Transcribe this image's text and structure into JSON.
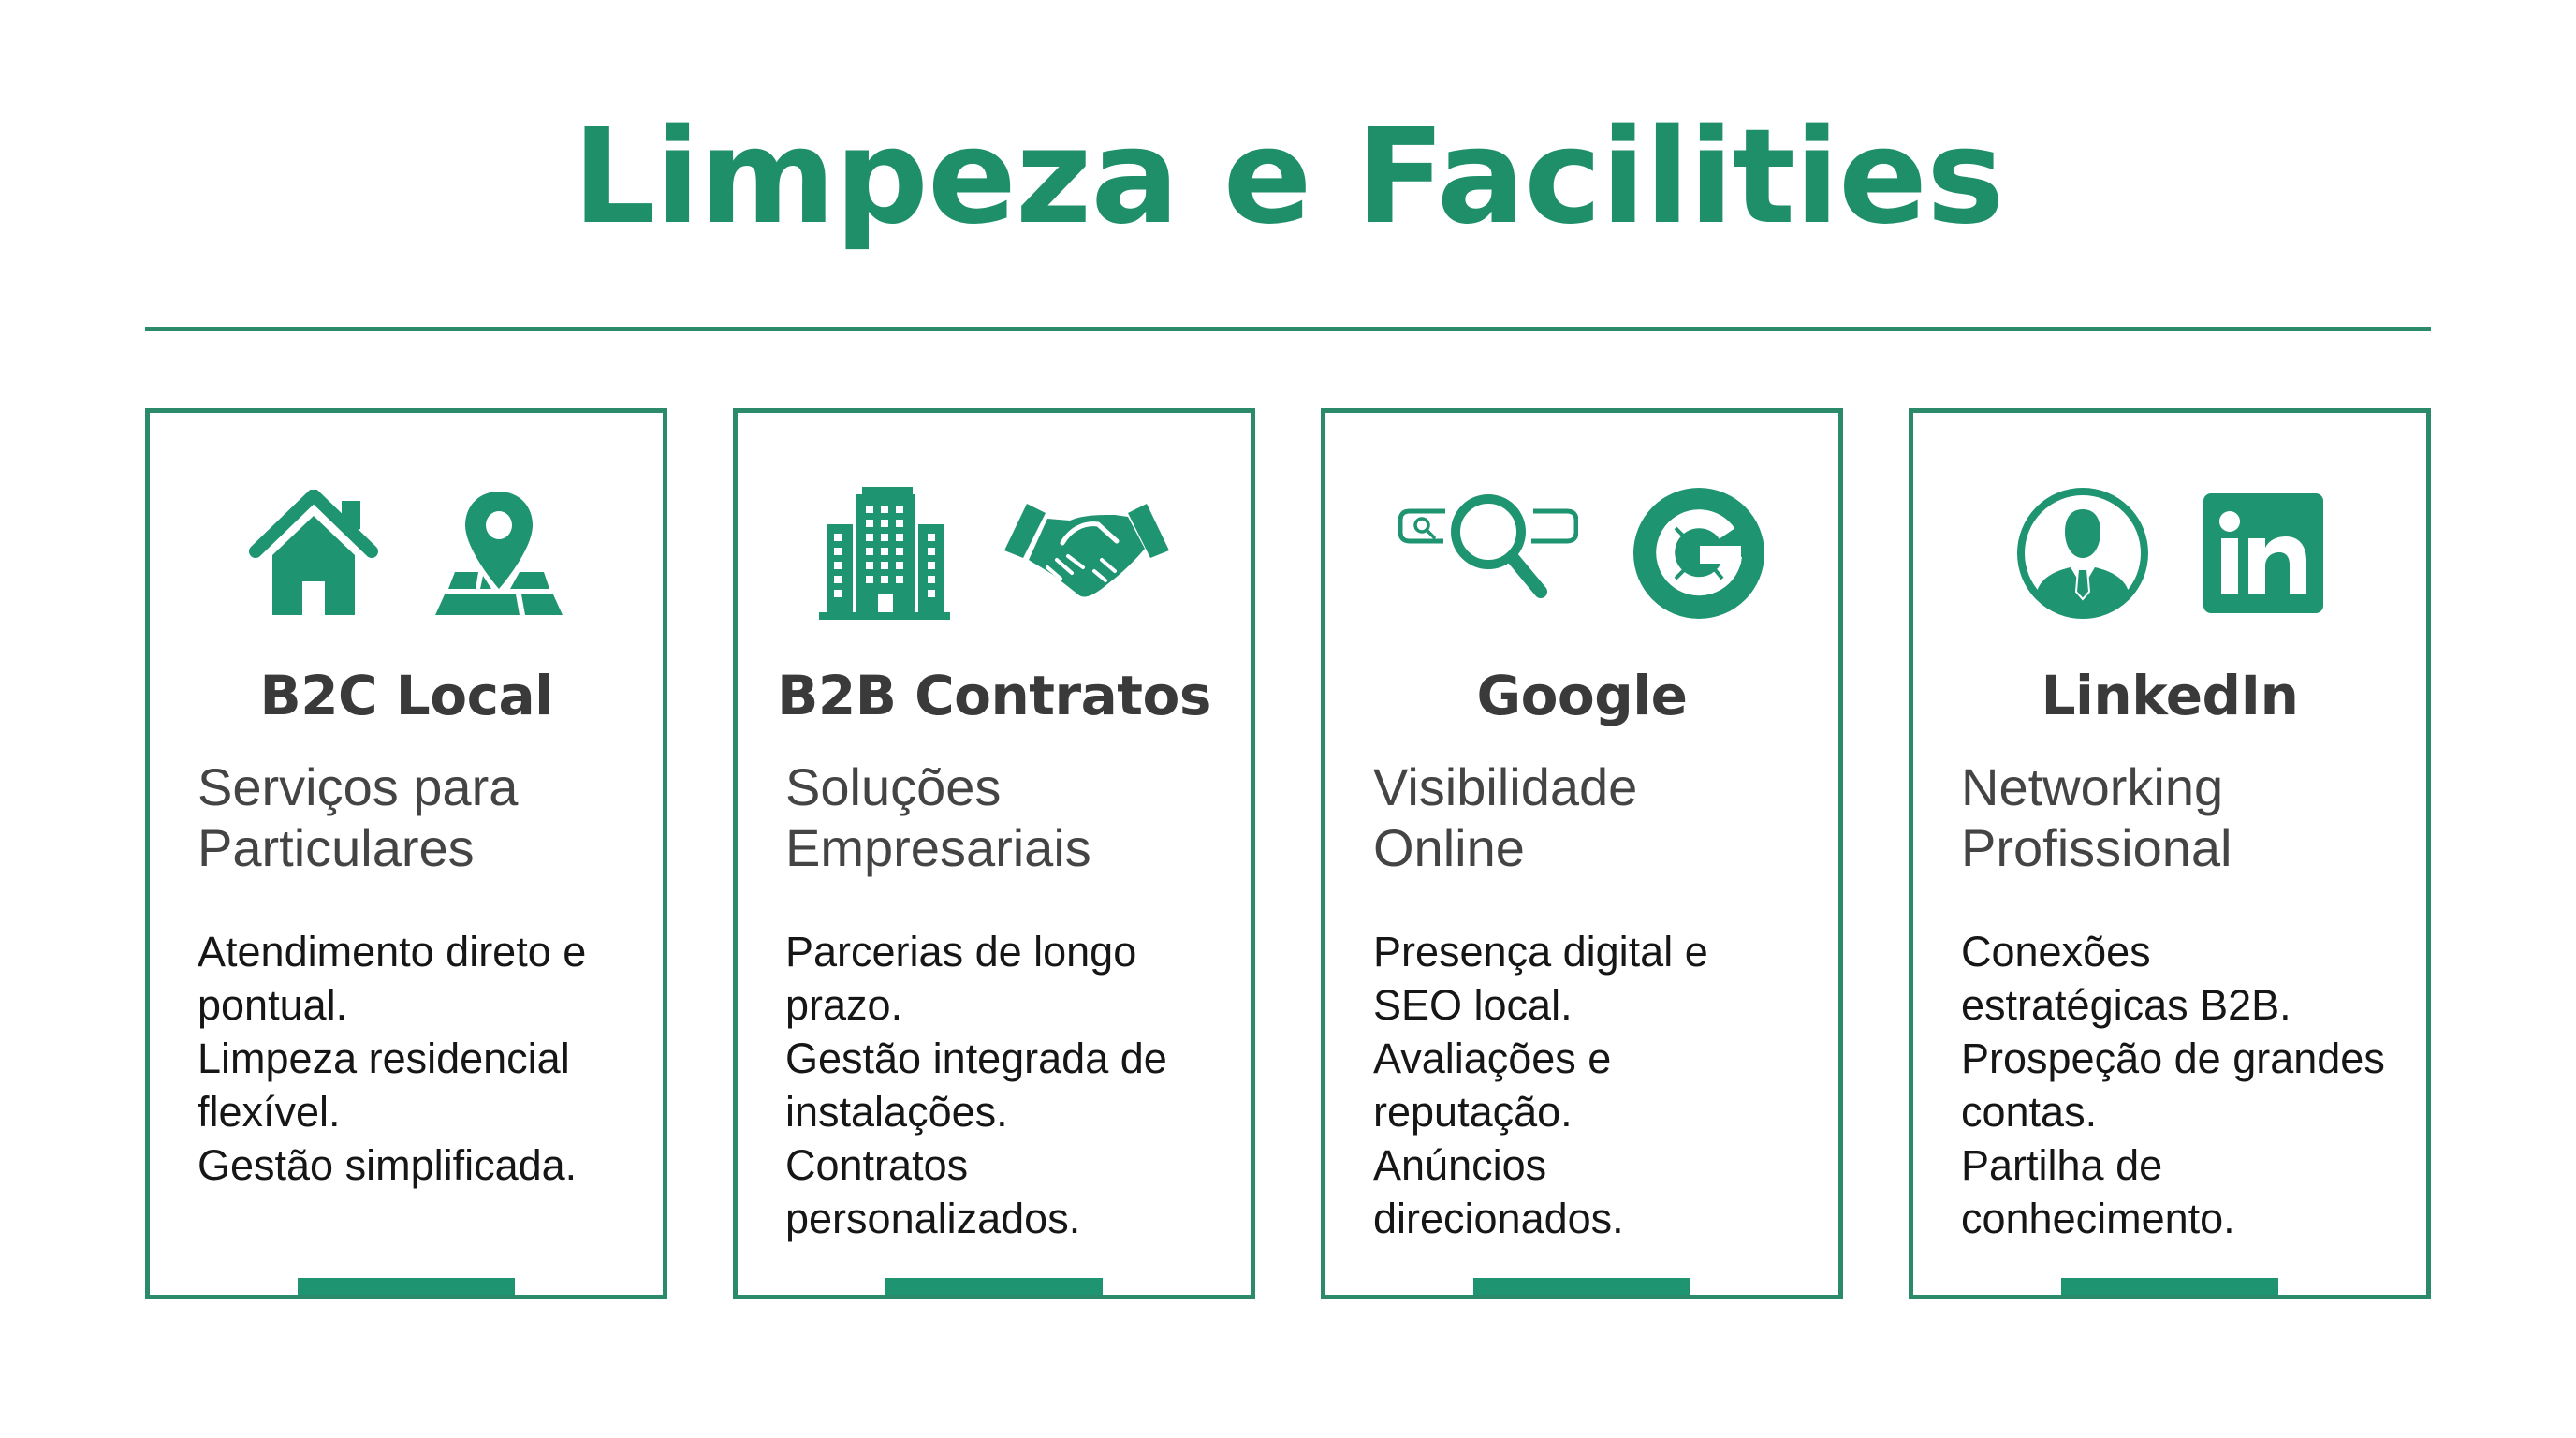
{
  "header": {
    "title": "Limpeza e Facilities"
  },
  "colors": {
    "accent": "#1f8f6a",
    "border": "#2a8a6a",
    "heading_text": "#3a3a3a",
    "subtitle_text": "#444444",
    "body_text": "#161616",
    "background": "#ffffff"
  },
  "cards": [
    {
      "heading": "B2C Local",
      "icons": [
        "house-icon",
        "map-pin-icon"
      ],
      "subtitle_lines": [
        "Serviços para",
        "Particulares"
      ],
      "body_lines": [
        "Atendimento direto e",
        "pontual.",
        "Limpeza residencial",
        "flexível.",
        "Gestão simplificada."
      ]
    },
    {
      "heading": "B2B Contratos",
      "icons": [
        "office-building-icon",
        "handshake-icon"
      ],
      "subtitle_lines": [
        "Soluções",
        "Empresariais"
      ],
      "body_lines": [
        "Parcerias de longo",
        "prazo.",
        "Gestão integrada de",
        "instalações.",
        "Contratos",
        "personalizados."
      ]
    },
    {
      "heading": "Google",
      "icons": [
        "search-bar-magnifier-icon",
        "google-logo-icon"
      ],
      "subtitle_lines": [
        "Visibilidade",
        "Online"
      ],
      "body_lines": [
        "Presença digital e",
        "SEO local.",
        "Avaliações e",
        "reputação.",
        "Anúncios",
        "direcionados."
      ]
    },
    {
      "heading": "LinkedIn",
      "icons": [
        "business-person-icon",
        "linkedin-logo-icon"
      ],
      "subtitle_lines": [
        "Networking",
        "Profissional"
      ],
      "body_lines": [
        "Conexões",
        "estratégicas B2B.",
        "Prospeção de grandes",
        "contas.",
        "Partilha de",
        "conhecimento."
      ]
    }
  ]
}
